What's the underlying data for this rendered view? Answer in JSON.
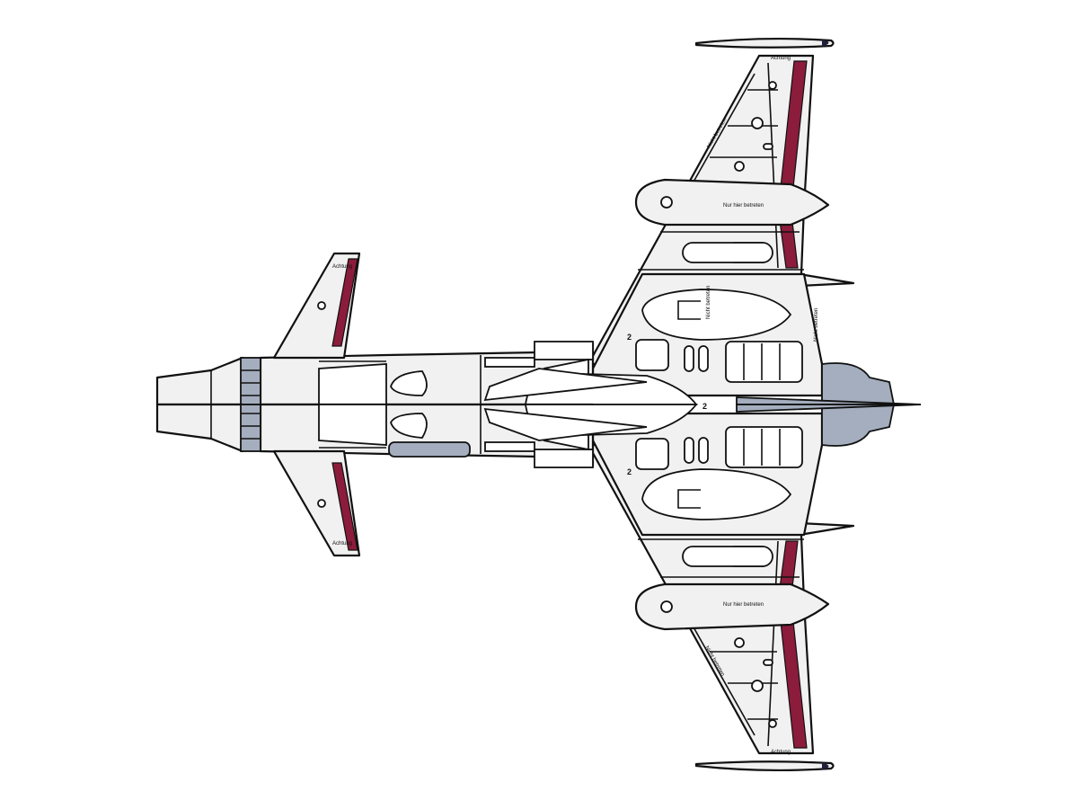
{
  "colors": {
    "body": "#f1f1f1",
    "outline": "#111111",
    "stripe": "#8c1c3c",
    "metal": "#a4aebe"
  },
  "labels": {
    "walk_here": "Nur hier betreten",
    "no_step": "Nicht betreten",
    "caution": "Achtung",
    "number": "2"
  }
}
